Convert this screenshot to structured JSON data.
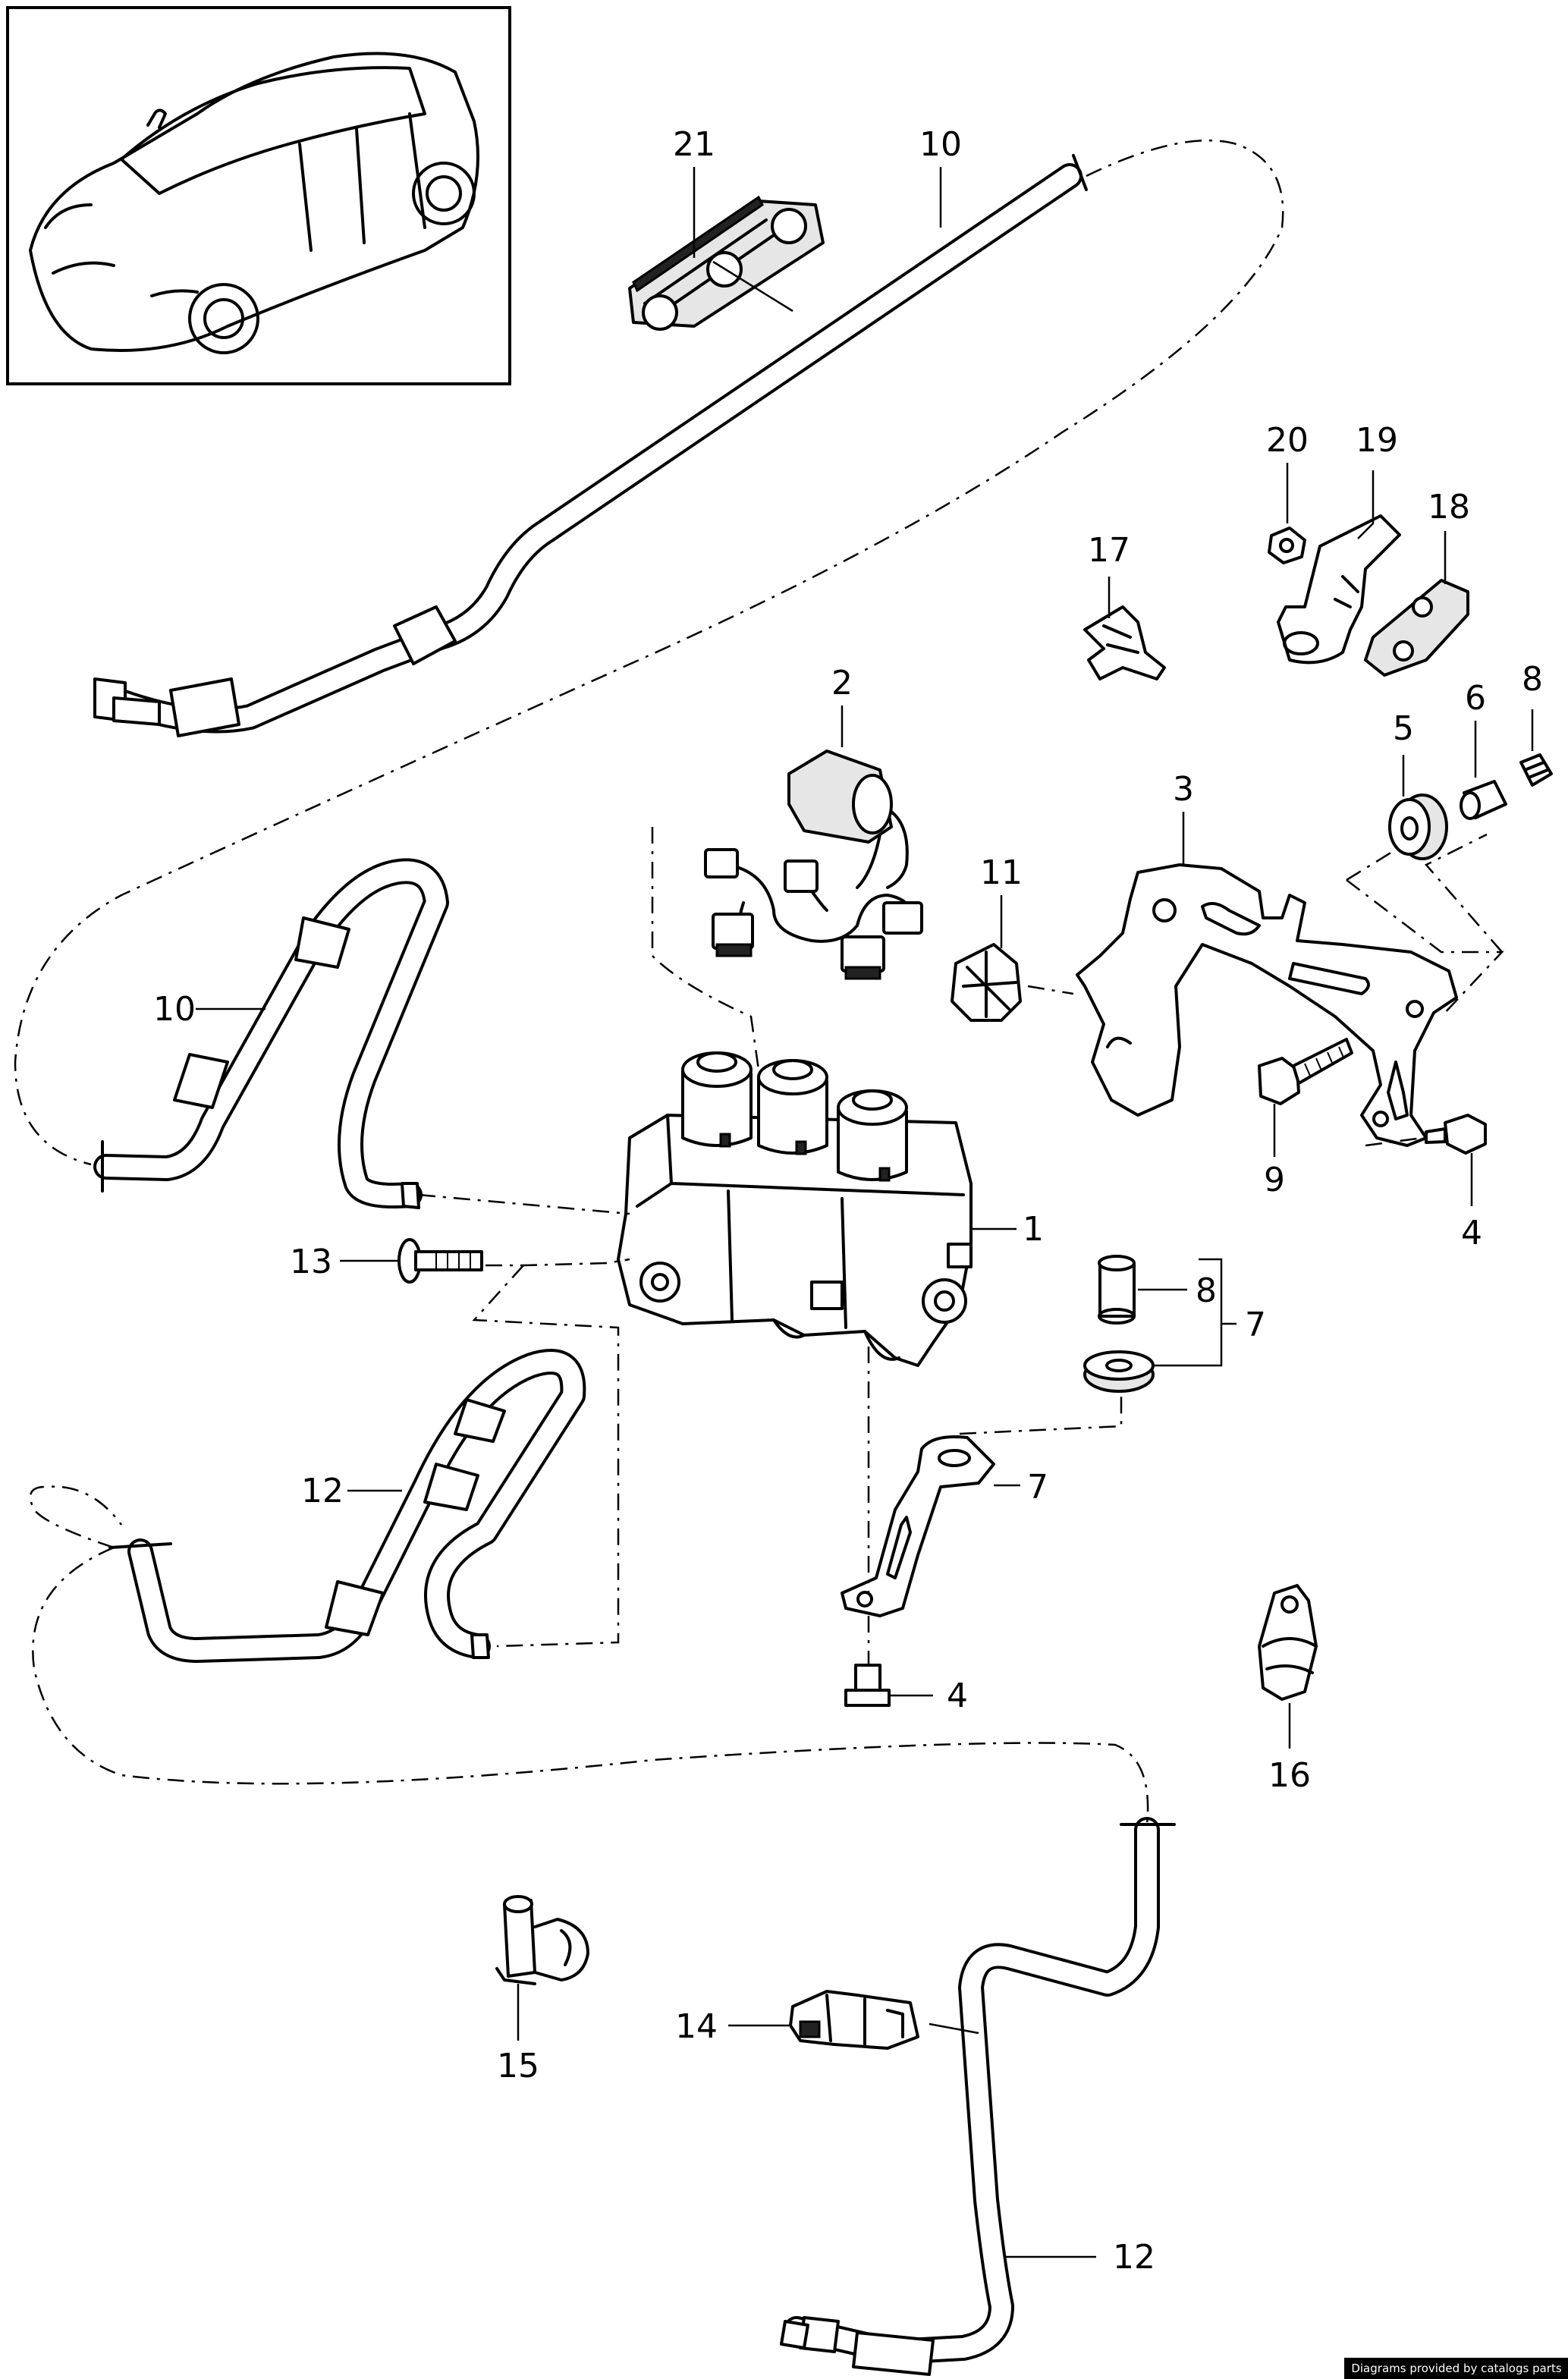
{
  "callouts": [
    {
      "id": "c21",
      "text": "21"
    },
    {
      "id": "c10a",
      "text": "10"
    },
    {
      "id": "c20",
      "text": "20"
    },
    {
      "id": "c19",
      "text": "19"
    },
    {
      "id": "c18",
      "text": "18"
    },
    {
      "id": "c17",
      "text": "17"
    },
    {
      "id": "c2",
      "text": "2"
    },
    {
      "id": "c8a",
      "text": "8"
    },
    {
      "id": "c6",
      "text": "6"
    },
    {
      "id": "c5",
      "text": "5"
    },
    {
      "id": "c3",
      "text": "3"
    },
    {
      "id": "c11",
      "text": "11"
    },
    {
      "id": "c10b",
      "text": "10"
    },
    {
      "id": "c9",
      "text": "9"
    },
    {
      "id": "c4a",
      "text": "4"
    },
    {
      "id": "c1",
      "text": "1"
    },
    {
      "id": "c13",
      "text": "13"
    },
    {
      "id": "c8b",
      "text": "8"
    },
    {
      "id": "c7a",
      "text": "7"
    },
    {
      "id": "c12a",
      "text": "12"
    },
    {
      "id": "c7b",
      "text": "7"
    },
    {
      "id": "c4b",
      "text": "4"
    },
    {
      "id": "c16",
      "text": "16"
    },
    {
      "id": "c15",
      "text": "15"
    },
    {
      "id": "c14",
      "text": "14"
    },
    {
      "id": "c12b",
      "text": "12"
    }
  ],
  "credit": "Diagrams provided by catalogs parts"
}
